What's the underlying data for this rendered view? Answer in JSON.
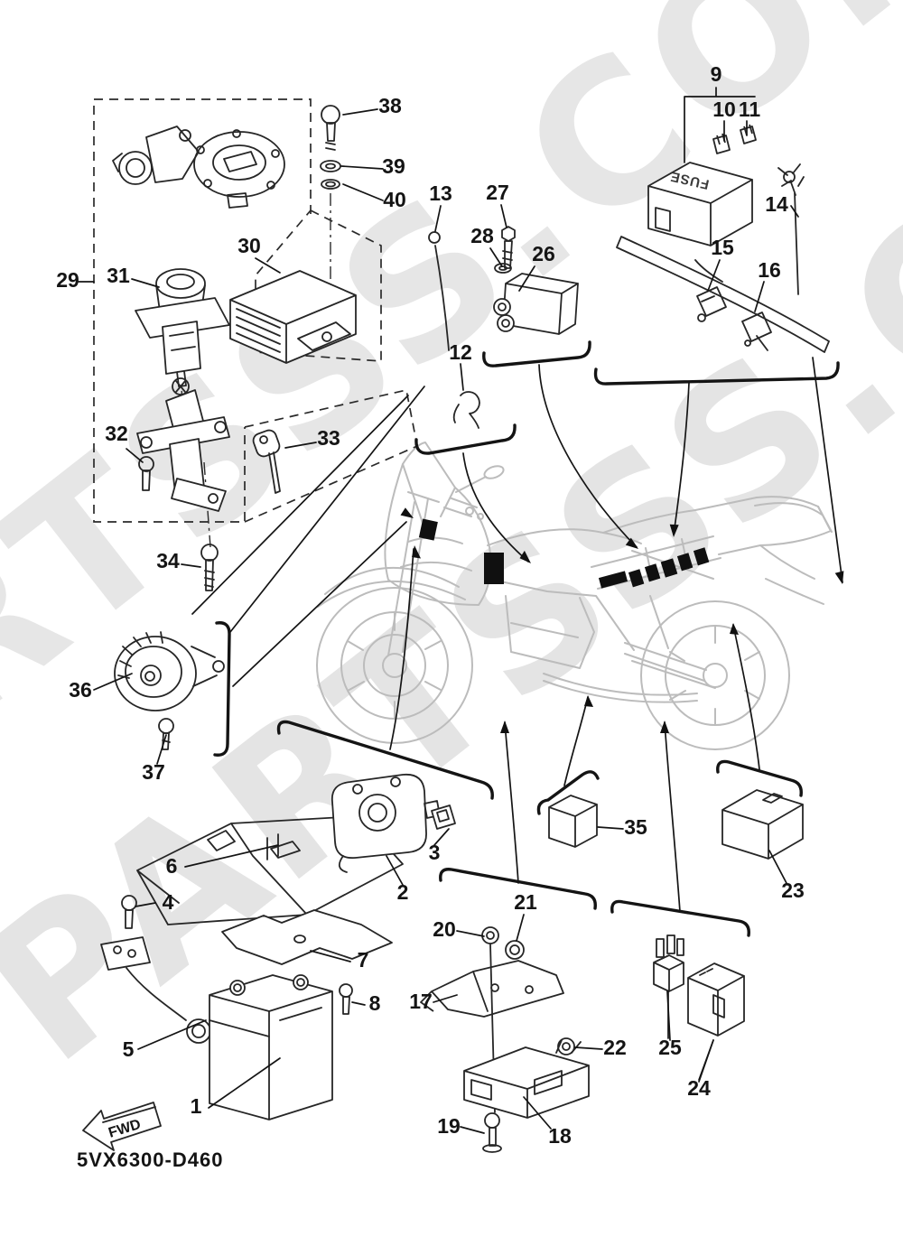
{
  "watermark": {
    "text": "PARTSSS.COM",
    "color": "#e4e4e4"
  },
  "footer": {
    "diagram_code": "5VX6300-D460",
    "fwd_label": "FWD"
  },
  "parts_labels": {
    "fuse_box": "FUSE"
  },
  "colors": {
    "line": "#141414",
    "bike_gray": "#bcbcbc",
    "watermark_gray": "#e4e4e4"
  },
  "callouts": {
    "c1": "1",
    "c2": "2",
    "c3": "3",
    "c4": "4",
    "c5": "5",
    "c6": "6",
    "c7": "7",
    "c8": "8",
    "c9": "9",
    "c10": "10",
    "c11": "11",
    "c12": "12",
    "c13": "13",
    "c14": "14",
    "c15": "15",
    "c16": "16",
    "c17": "17",
    "c18": "18",
    "c19": "19",
    "c20": "20",
    "c21": "21",
    "c22": "22",
    "c23": "23",
    "c24": "24",
    "c25": "25",
    "c26": "26",
    "c27": "27",
    "c28": "28",
    "c29": "29",
    "c30": "30",
    "c31": "31",
    "c32": "32",
    "c33": "33",
    "c34": "34",
    "c35": "35",
    "c36": "36",
    "c37": "37",
    "c38": "38",
    "c39": "39",
    "c40": "40"
  }
}
